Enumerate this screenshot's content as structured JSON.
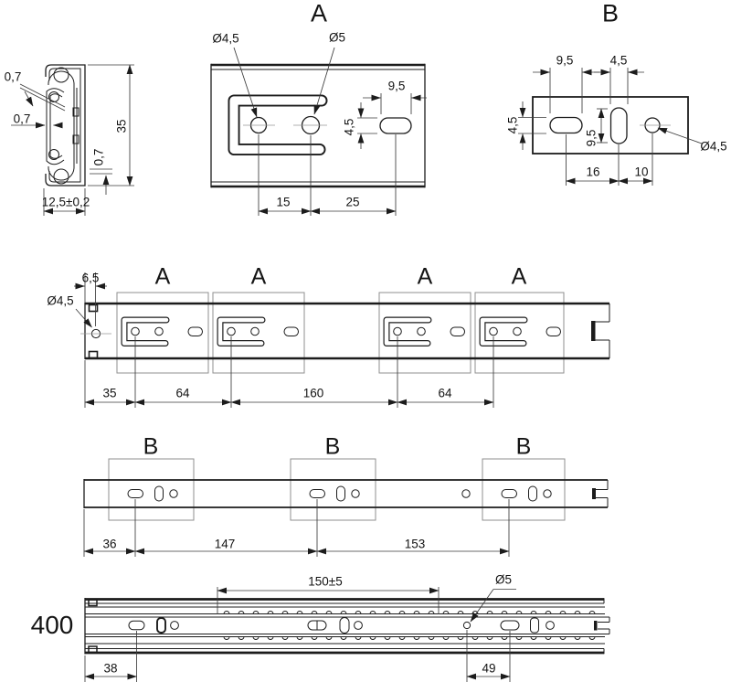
{
  "colors": {
    "ink": "#1c1c1c",
    "detail_box": "#8f8f8f"
  },
  "cross_section": {
    "thickness_top": "0,7",
    "thickness_left": "0,7",
    "thickness_bottom": "0,7",
    "height": "35",
    "width": "12,5±0,2"
  },
  "detail_a": {
    "title": "A",
    "hole_small": "Ø4,5",
    "hole_large": "Ø5",
    "slot_length": "9,5",
    "slot_width": "4,5",
    "pitch_1": "15",
    "pitch_2": "25"
  },
  "detail_b": {
    "title": "B",
    "slot_length": "9,5",
    "vslot_width": "4,5",
    "slot_width": "4,5",
    "vslot_length": "9,5",
    "hole": "Ø4,5",
    "pitch_1": "16",
    "pitch_2": "10"
  },
  "rail_a": {
    "marker": "A",
    "edge_offset": "6,5",
    "hole": "Ø4,5",
    "dim_end": "35",
    "dim_pitch_1": "64",
    "dim_pitch_2": "160",
    "dim_pitch_3": "64"
  },
  "rail_b": {
    "marker": "B",
    "dim_end": "36",
    "dim_pitch_1": "147",
    "dim_pitch_2": "153"
  },
  "assembly": {
    "length": "400",
    "travel": "150±5",
    "hole": "Ø5",
    "dim_end": "38",
    "dim_hole": "49"
  }
}
